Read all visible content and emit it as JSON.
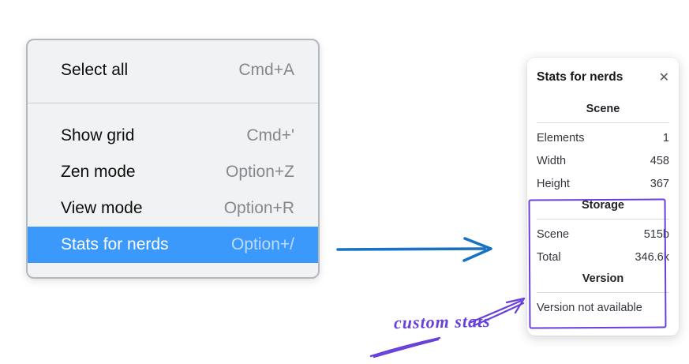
{
  "context_menu": {
    "items": [
      {
        "label": "Select all",
        "shortcut": "Cmd+A",
        "selected": false
      },
      {
        "label": "Show grid",
        "shortcut": "Cmd+'",
        "selected": false
      },
      {
        "label": "Zen mode",
        "shortcut": "Option+Z",
        "selected": false
      },
      {
        "label": "View mode",
        "shortcut": "Option+R",
        "selected": false
      },
      {
        "label": "Stats for nerds",
        "shortcut": "Option+/",
        "selected": true
      }
    ]
  },
  "stats_panel": {
    "title": "Stats for nerds",
    "close_icon": "✕",
    "scene": {
      "header": "Scene",
      "rows": [
        {
          "label": "Elements",
          "value": "1"
        },
        {
          "label": "Width",
          "value": "458"
        },
        {
          "label": "Height",
          "value": "367"
        }
      ]
    },
    "storage": {
      "header": "Storage",
      "rows": [
        {
          "label": "Scene",
          "value": "515b"
        },
        {
          "label": "Total",
          "value": "346.6k"
        }
      ]
    },
    "version": {
      "header": "Version",
      "note": "Version not available"
    }
  },
  "annotation": {
    "label": "custom stats"
  },
  "colors": {
    "menu_highlight": "#3b99fc",
    "arrow_blue": "#1971c2",
    "annotation_purple": "#6741d9"
  }
}
